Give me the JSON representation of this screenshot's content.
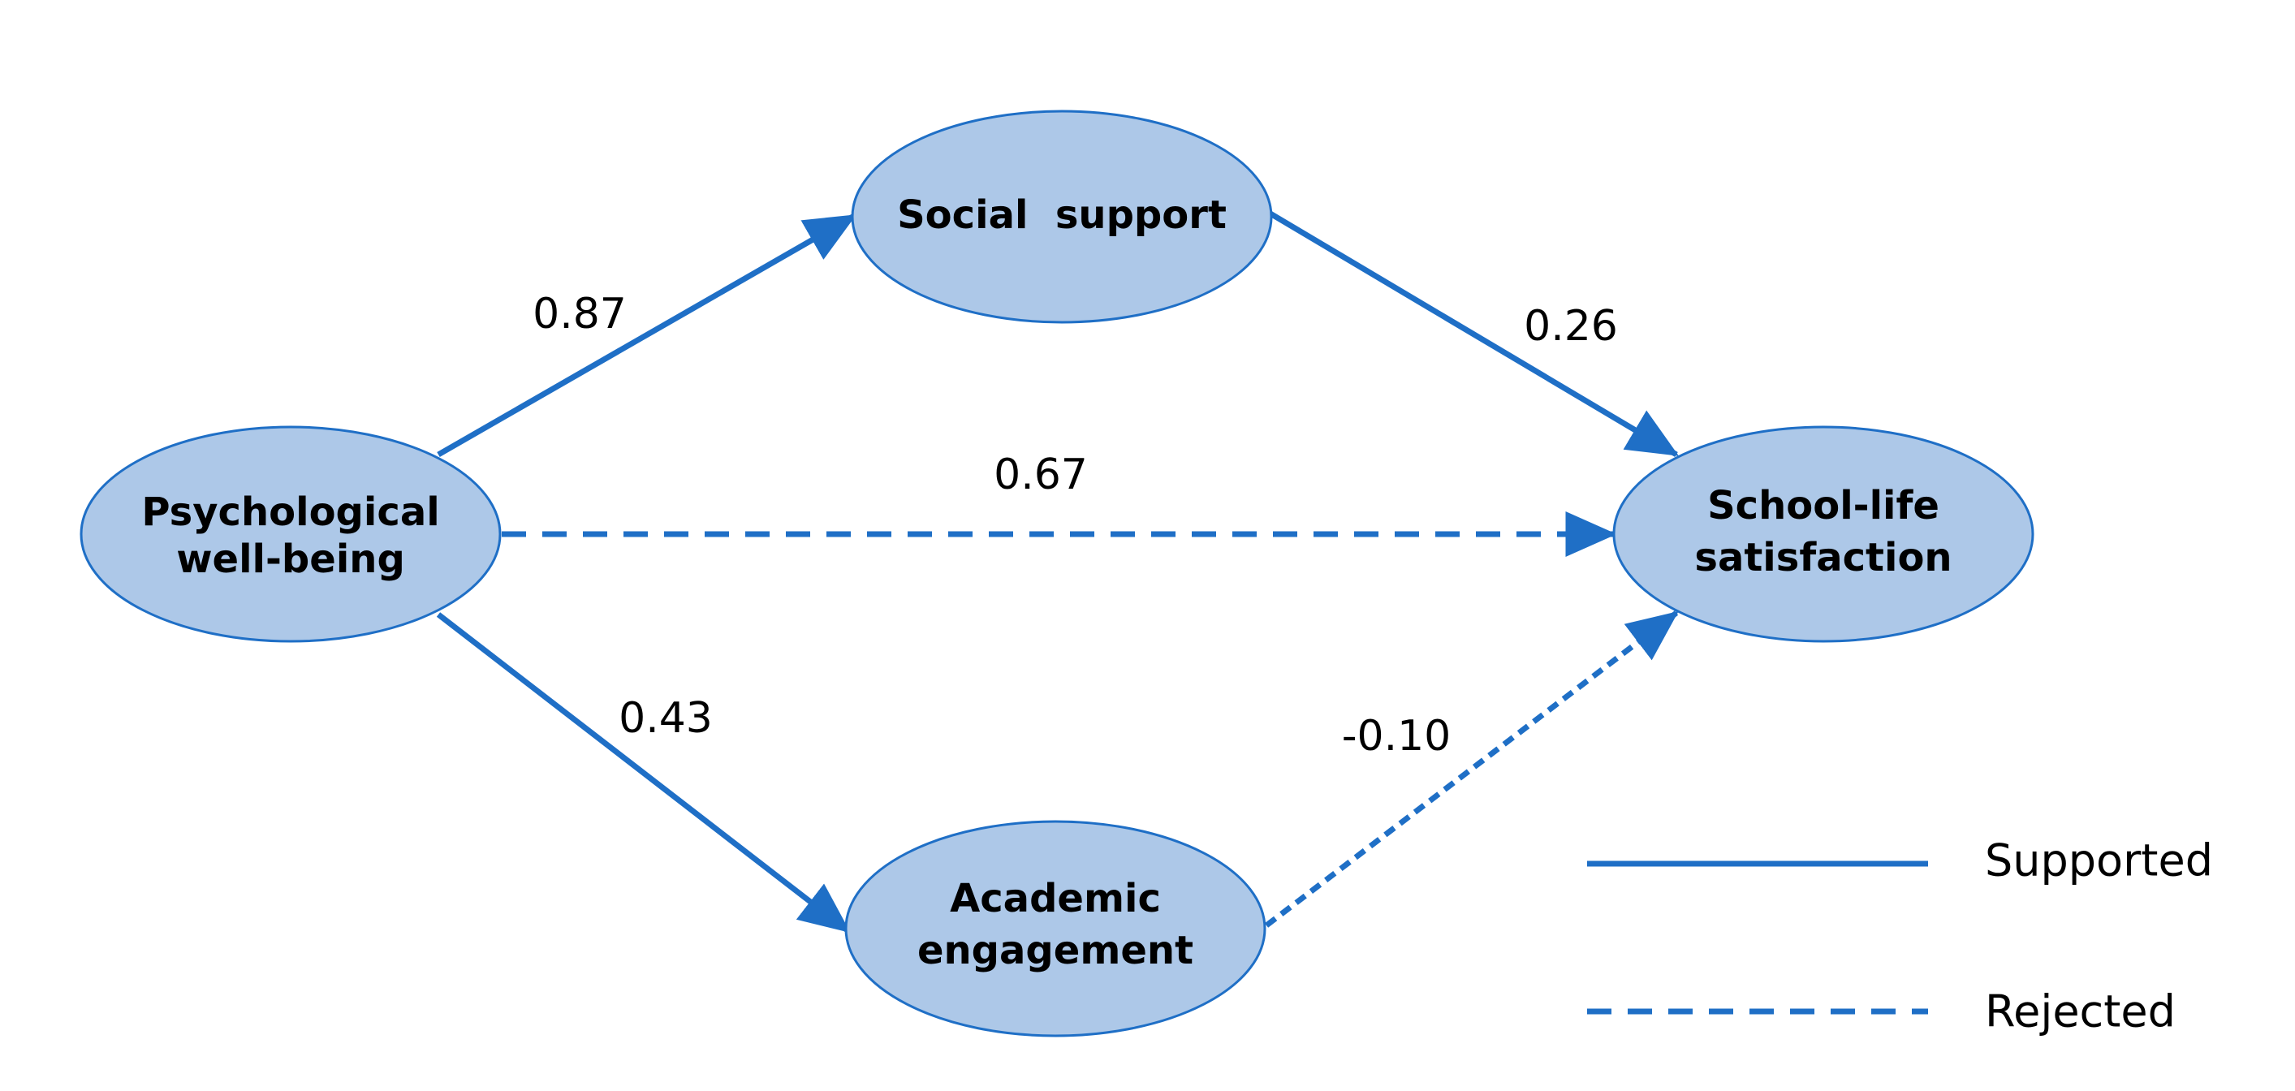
{
  "colors": {
    "node_fill": "#adc8e8",
    "node_stroke": "#1f6fc6",
    "arrow": "#1f6fc6",
    "text": "#000000"
  },
  "nodes": {
    "psychological_wellbeing": {
      "line1": "Psychological",
      "line2": "well-being"
    },
    "social_support": {
      "line1": "Social  support"
    },
    "academic_engagement": {
      "line1": "Academic",
      "line2": "engagement"
    },
    "school_life_satisfaction": {
      "line1": "School-life",
      "line2": "satisfaction"
    }
  },
  "paths": [
    {
      "from": "Psychological well-being",
      "to": "Social support",
      "coefficient": "0.87",
      "status": "Supported"
    },
    {
      "from": "Social support",
      "to": "School-life satisfaction",
      "coefficient": "0.26",
      "status": "Supported"
    },
    {
      "from": "Psychological well-being",
      "to": "School-life satisfaction",
      "coefficient": "0.67",
      "status": "Rejected"
    },
    {
      "from": "Psychological well-being",
      "to": "Academic engagement",
      "coefficient": "0.43",
      "status": "Supported"
    },
    {
      "from": "Academic engagement",
      "to": "School-life satisfaction",
      "coefficient": "-0.10",
      "status": "Rejected"
    }
  ],
  "legend": {
    "supported": "Supported",
    "rejected": "Rejected"
  }
}
